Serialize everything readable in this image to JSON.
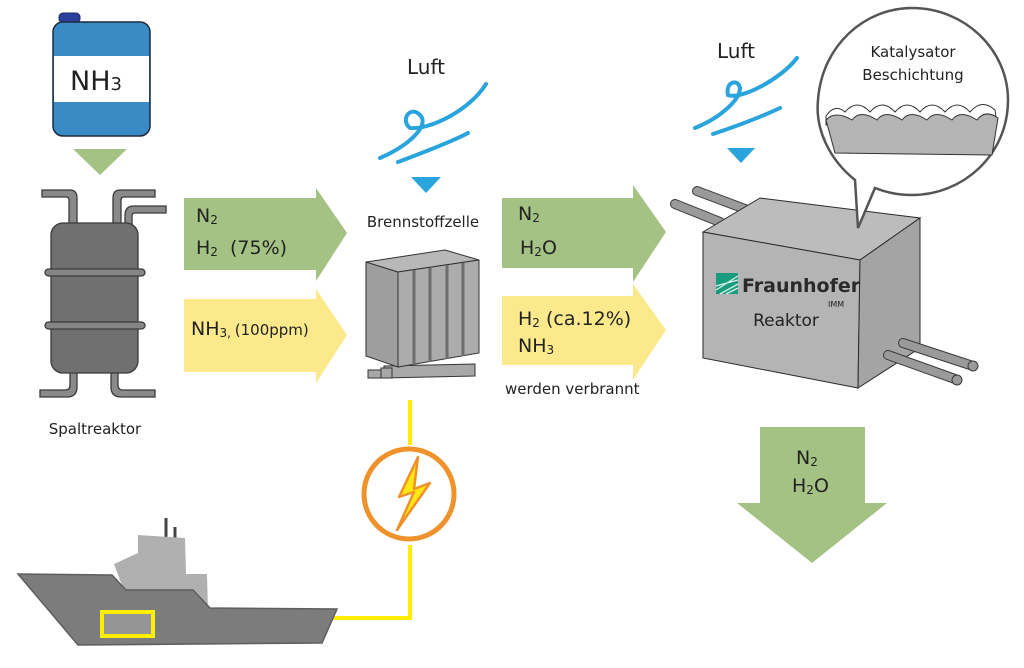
{
  "tank": {
    "label_main": "NH",
    "label_sub": "3",
    "body_color": "#3a8ac6",
    "cap_color": "#2a3f9c"
  },
  "spaltreaktor": {
    "label": "Spaltreaktor"
  },
  "arrow_upper_left": {
    "line1_main": "N",
    "line1_sub": "2",
    "line2_main": "H",
    "line2_sub": "2",
    "line2_rest": "  (75%)",
    "color": "#a3c283"
  },
  "arrow_lower_left": {
    "main": "NH",
    "sub": "3, ",
    "rest": "(100ppm)",
    "color": "#fbe98b"
  },
  "luft_left": {
    "label": "Luft"
  },
  "fuel_cell": {
    "label": "Brennstoffzelle"
  },
  "arrow_upper_mid": {
    "line1_main": "N",
    "line1_sub": "2",
    "line2_main": "H",
    "line2_sub": "2",
    "line2_rest": "O",
    "color": "#a3c283"
  },
  "arrow_lower_mid": {
    "line1_main": "H",
    "line1_sub": "2",
    "line1_rest": " (ca.12%)",
    "line2_main": "NH",
    "line2_sub": "3",
    "caption": "werden verbrannt",
    "color": "#fbe98b"
  },
  "luft_right": {
    "label": "Luft"
  },
  "magnifier": {
    "line1": "Katalysator",
    "line2": "Beschichtung"
  },
  "reactor": {
    "brand": "Fraunhofer",
    "brand_suffix": "IMM",
    "label": "Reaktor",
    "logo_color": "#179c7d"
  },
  "arrow_down": {
    "line1_main": "N",
    "line1_sub": "2",
    "line2_main": "H",
    "line2_sub": "2",
    "line2_rest": "O",
    "color": "#a3c283"
  },
  "power": {
    "circle_color": "#f0922b",
    "cable_color": "#ffee00"
  }
}
